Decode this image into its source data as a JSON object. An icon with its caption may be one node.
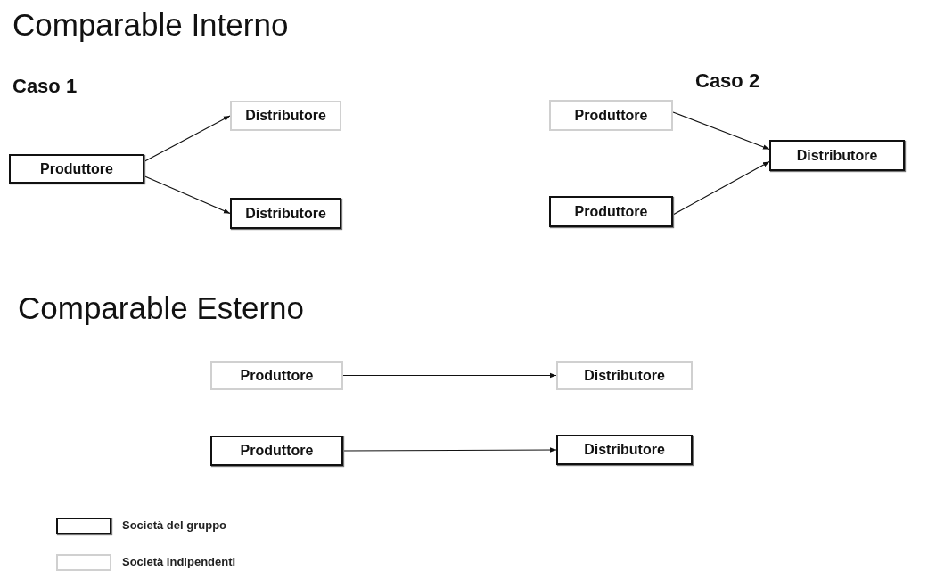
{
  "diagram": {
    "title": "Comparable Interno",
    "nodes": [
      {
        "text": [
          "Produttore"
        ]
      },
      {
        "text": [
          "Distributore"
        ]
      },
      {
        "text": [
          "Distributore"
        ]
      },
      {
        "text": [
          "Produttore"
        ]
      },
      {
        "text": [
          "Distributore"
        ]
      },
      {
        "text": [
          "Produttore"
        ]
      },
      {
        "text": [
          "Produttore"
        ]
      },
      {
        "text": [
          "Distributore"
        ]
      },
      {
        "text": [
          "Produttore"
        ]
      },
      {
        "text": [
          "Distributore"
        ]
      }
    ],
    "edges": [
      {
        "from": 0,
        "to": 1,
        "arrow": "to"
      },
      {
        "from": 0,
        "to": 2,
        "arrow": "to"
      },
      {
        "from": 3,
        "to": 4,
        "arrow": "to"
      },
      {
        "from": 5,
        "to": 4,
        "arrow": "to"
      },
      {
        "from": 6,
        "to": 7,
        "arrow": "to"
      },
      {
        "from": 8,
        "to": 9,
        "arrow": "to"
      }
    ],
    "labels": [
      "Caso 1",
      "Caso 2",
      "Comparable Esterno"
    ],
    "legend": [
      {
        "text": "Società del gruppo"
      },
      {
        "text": "Società indipendenti"
      }
    ]
  }
}
